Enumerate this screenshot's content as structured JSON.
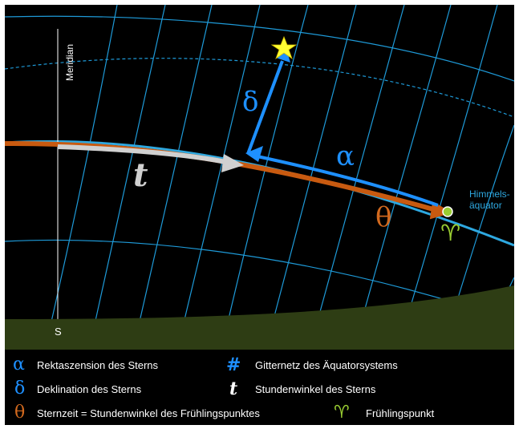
{
  "diagram": {
    "meridian_label": "Meridian",
    "south_label": "S",
    "equator_label_line1": "Himmels-",
    "equator_label_line2": "äquator",
    "symbols": {
      "delta": "δ",
      "alpha": "α",
      "theta": "θ",
      "t": "t",
      "aries": "♈"
    },
    "colors": {
      "grid": "#1e9ad8",
      "equator": "#2ea8e0",
      "sidereal_time": "#c85a10",
      "hour_angle": "#d0d0d0",
      "declination": "#1e90ff",
      "star": "#ffff33",
      "horizon": "#2e3d14",
      "vernal_point": "#9acd32"
    }
  },
  "legend": {
    "items": [
      {
        "symbol": "α",
        "text": "Rektaszension des Sterns",
        "color": "#1e90ff"
      },
      {
        "symbol": "δ",
        "text": "Deklination des Sterns",
        "color": "#1e90ff"
      },
      {
        "symbol": "θ",
        "text": "Sternzeit = Stundenwinkel des Frühlingspunktes",
        "color": "#d2691e"
      },
      {
        "symbol": "#",
        "text": "Gitternetz des Äquatorsystems",
        "color": "#1e90ff"
      },
      {
        "symbol": "t",
        "text": "Stundenwinkel des Sterns",
        "color": "#ffffff"
      },
      {
        "symbol": "♈",
        "text": "Frühlingspunkt",
        "color": "#9acd32"
      }
    ]
  }
}
